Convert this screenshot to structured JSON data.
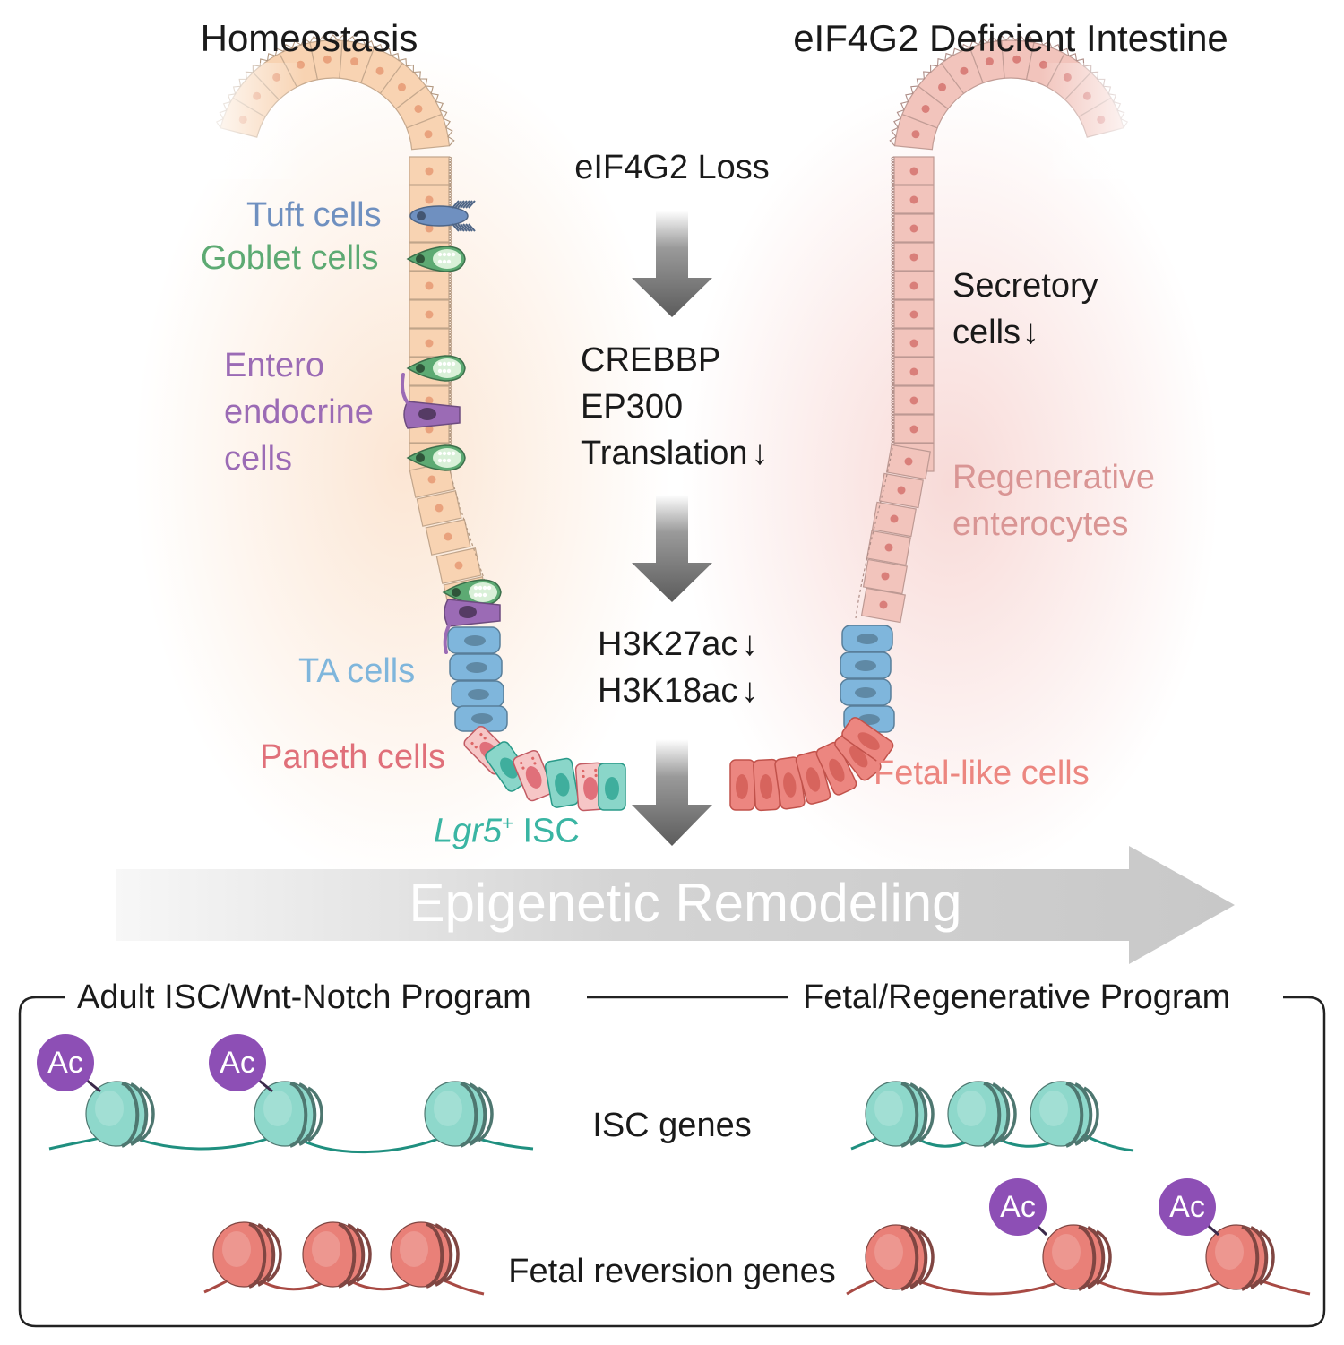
{
  "titles": {
    "left": "Homeostasis",
    "right": "eIF4G2 Deficient Intestine"
  },
  "cascade": {
    "step1": "eIF4G2 Loss",
    "step2_line1": "CREBBP",
    "step2_line2": "EP300",
    "step2_line3": "Translation",
    "step3_line1": "H3K27ac",
    "step3_line2": "H3K18ac",
    "down_arrow": "↓"
  },
  "left_labels": {
    "tuft": "Tuft cells",
    "goblet": "Goblet cells",
    "entero_1": "Entero",
    "entero_2": "endocrine",
    "entero_3": "cells",
    "ta": "TA cells",
    "paneth": "Paneth cells",
    "isc_gene": "Lgr5",
    "isc_sup": "+",
    "isc_rest": " ISC"
  },
  "right_labels": {
    "secretory_1": "Secretory",
    "secretory_2": "cells",
    "regen_1": "Regenerative",
    "regen_2": "enterocytes",
    "fetal": "Fetal-like cells"
  },
  "banner": "Epigenetic Remodeling",
  "box": {
    "left_header": "Adult ISC/Wnt-Notch Program",
    "right_header": "Fetal/Regenerative Program",
    "row1_label": "ISC genes",
    "row2_label": "Fetal reversion genes",
    "ac_label": "Ac"
  },
  "colors": {
    "tuft": "#6f90c0",
    "goblet": "#5daa73",
    "enteroendocrine": "#9b6bb5",
    "ta": "#7fb6dc",
    "paneth": "#e0707a",
    "isc": "#3ab5a3",
    "regenerative": "#d99594",
    "enterocyte_homeostasis": "#f8d3b2",
    "enterocyte_deficient": "#f2c4bc",
    "fetal_like": "#ec8680",
    "arrow": "#666666",
    "banner_arrow": "#cbcbcb",
    "acetyl": "#8d4fb5",
    "nucleosome_teal": "#8ed8cb",
    "nucleosome_red": "#e98078"
  }
}
